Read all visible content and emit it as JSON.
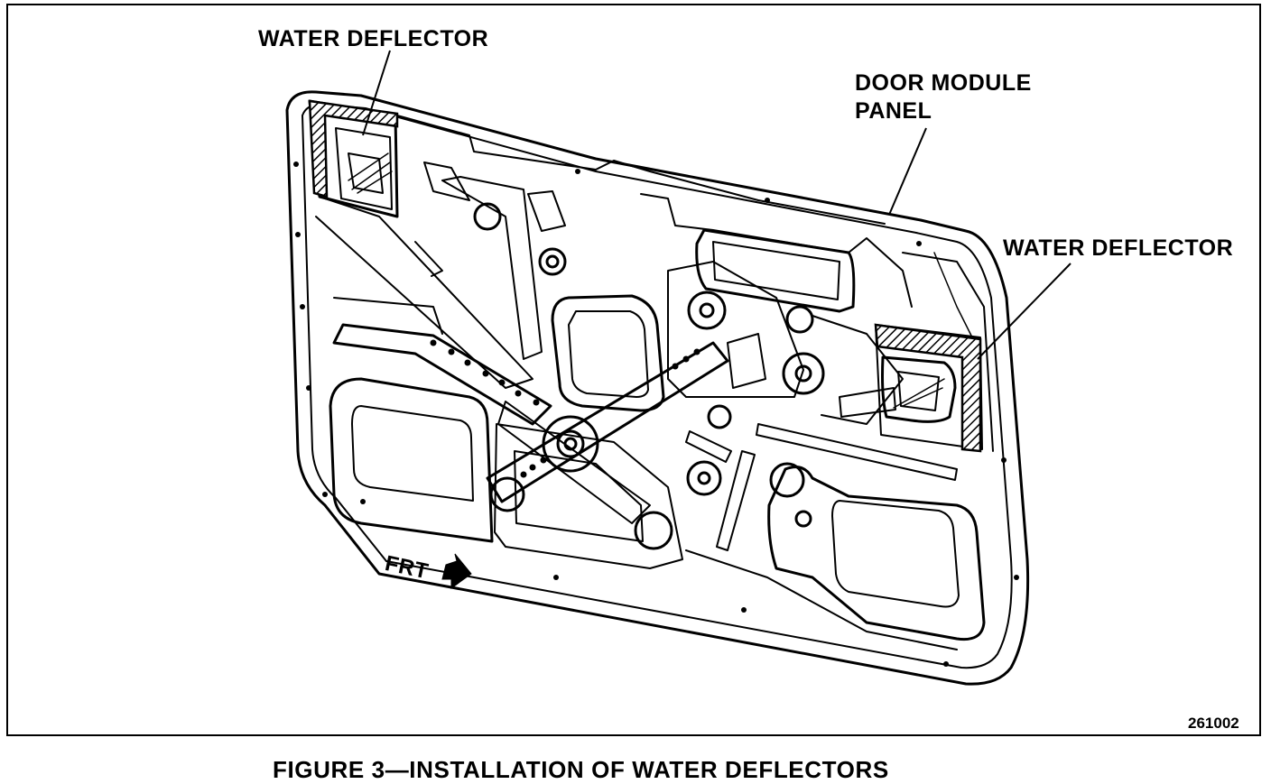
{
  "labels": {
    "water_deflector_left": "WATER DEFLECTOR",
    "door_module_line1": "DOOR MODULE",
    "door_module_line2": "PANEL",
    "water_deflector_right": "WATER DEFLECTOR",
    "front_arrow": "FRT"
  },
  "figure_number": "261002",
  "caption": "FIGURE 3—INSTALLATION OF WATER DEFLECTORS"
}
